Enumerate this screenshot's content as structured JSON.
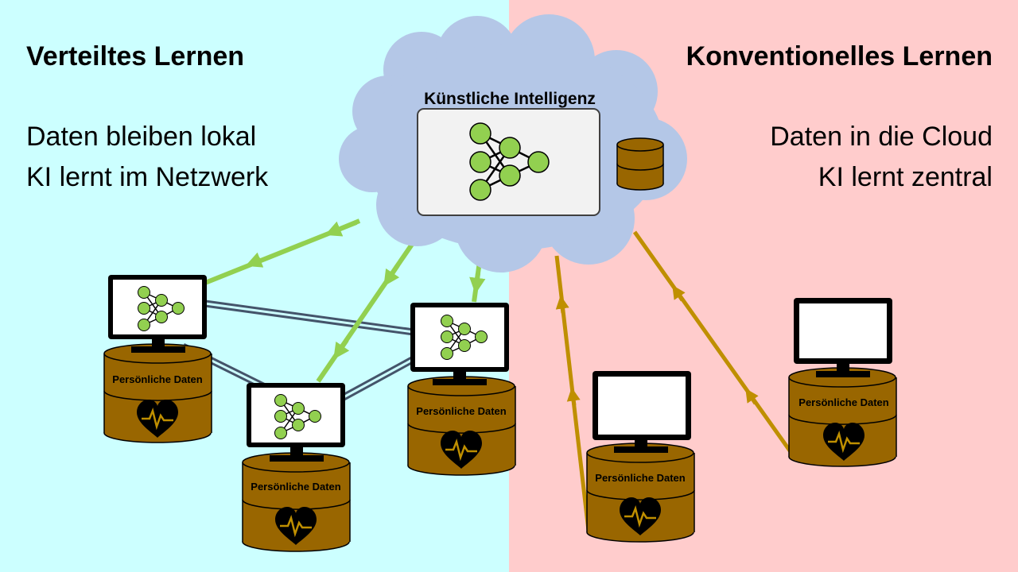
{
  "left_panel": {
    "title": "Verteiltes Lernen",
    "lines": [
      "Daten bleiben lokal",
      "KI lernt im Netzwerk"
    ],
    "background": "#ccffff"
  },
  "right_panel": {
    "title": "Konventionelles Lernen",
    "lines": [
      "Daten in die Cloud",
      "KI lernt zentral"
    ],
    "background": "#ffcccc"
  },
  "cloud": {
    "label": "Künstliche Intelligenz",
    "fill": "#b4c7e7"
  },
  "database_label": "Persönliche Daten",
  "colors": {
    "model_arrow": "#92d050",
    "data_arrow": "#bf8f00",
    "peer_link": "#44546a",
    "database": "#996600",
    "node": "#92d050"
  },
  "icons": {
    "database": "cylinder-icon",
    "health": "heart-pulse-icon",
    "model": "neural-network-icon",
    "computer": "monitor-icon"
  }
}
